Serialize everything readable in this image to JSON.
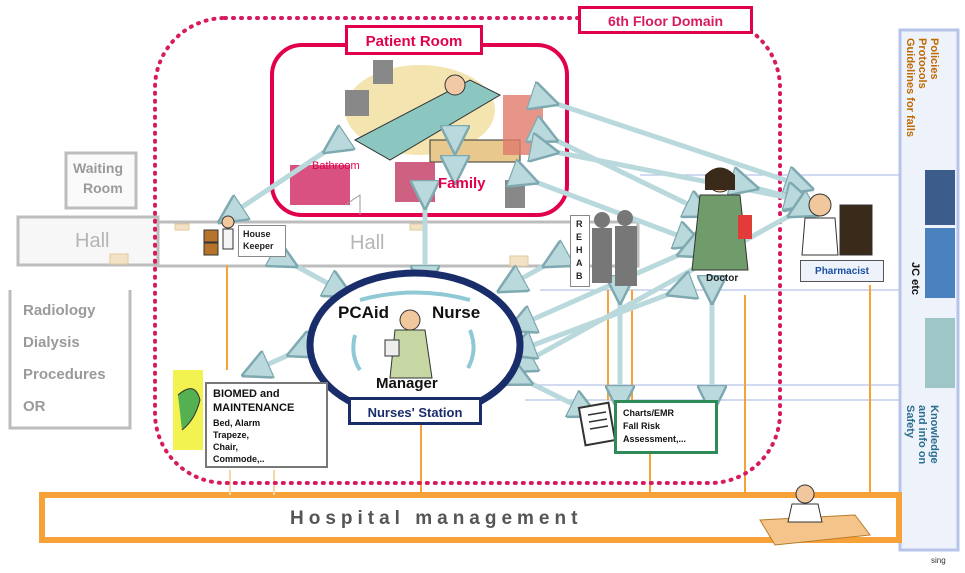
{
  "domain_label": "6th Floor Domain",
  "patient_room": {
    "title": "Patient Room",
    "bathroom": "Bathroom",
    "family": "Family"
  },
  "waiting_room": {
    "line1": "Waiting",
    "line2": "Room"
  },
  "hall_left": "Hall",
  "hall_center": "Hall",
  "house_keeper": {
    "line1": "House",
    "line2": "Keeper"
  },
  "rehab": [
    "R",
    "E",
    "H",
    "A",
    "B"
  ],
  "doctor": "Doctor",
  "pharmacist": "Pharmacist",
  "external_services": [
    "Radiology",
    "Dialysis",
    "Procedures",
    "OR"
  ],
  "nurse_station": {
    "pcaid": "PCAid",
    "nurse": "Nurse",
    "manager": "Manager",
    "station_label": "Nurses' Station"
  },
  "biomed": {
    "title1": "BIOMED and",
    "title2": "MAINTENANCE",
    "items": [
      "Bed, Alarm",
      "Trapeze,",
      "Chair,",
      "Commode,.."
    ]
  },
  "charts": {
    "line1": "Charts/EMR",
    "line2": "Fall Risk",
    "line3": "Assessment,..."
  },
  "right_panel": {
    "policies": [
      "Policies",
      "Protocols",
      "Guidelines for falls"
    ],
    "jc": "JC etc",
    "knowledge": [
      "Knowledge",
      "and info on",
      "Safety"
    ]
  },
  "hospital_management": "Hospital management",
  "footer_note": "sing",
  "colors": {
    "domain_border": "#d81b60",
    "room_border": "#e0004d",
    "arrow_fill": "#b9d9dd",
    "arrow_stroke": "#7fa9b0",
    "orange": "#f7a239",
    "navy": "#1a2d6b",
    "gray_text": "#9a9a9a",
    "right_panel_border": "#b7c4ea",
    "policies_text": "#c06a00",
    "knowledge_text": "#2a6f8f",
    "green_border": "#2e8b57"
  }
}
